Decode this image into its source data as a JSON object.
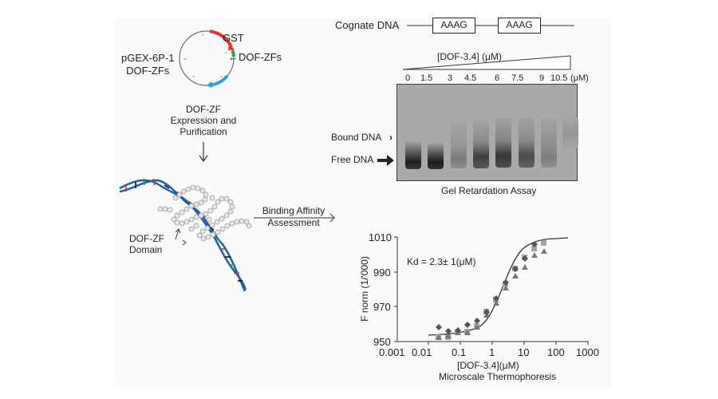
{
  "plasmid": {
    "name_line1": "pGEX-6P-1",
    "name_line2": "DOF-ZFs",
    "gst_label": "GST",
    "insert_label": "←DOF-ZFs",
    "colors": {
      "gst": "#e8302a",
      "insert": "#2aa84a",
      "marker": "#29a3dd",
      "ring": "#777777"
    }
  },
  "expression_step": {
    "line1": "DOF-ZF",
    "line2": "Expression and",
    "line3": "Purification",
    "arrow": "↓"
  },
  "complex": {
    "domain_label_line1": "DOF-ZF",
    "domain_label_line2": "Domain",
    "dna_colors": {
      "backbone": "#1f5fa8",
      "base_red": "#d9342b",
      "base_green": "#2a9d48",
      "base_black": "#111111"
    },
    "protein_color": "#b5b5b5"
  },
  "binding_step": {
    "line1": "Binding Affinity",
    "line2": "Assessment"
  },
  "cognate_dna": {
    "label": "Cognate DNA",
    "motifs": [
      "AAAG",
      "AAAG"
    ]
  },
  "gel": {
    "concentration_label": "[DOF-3.4] (μM)",
    "lanes": [
      "0",
      "1.5",
      "3",
      "4.5",
      "6",
      "7.5",
      "9",
      "10.5"
    ],
    "unit": "(μM)",
    "bound_label": "Bound DNA",
    "free_label": "Free DNA",
    "caption": "Gel Retardation Assay"
  },
  "mst": {
    "kd_label": "Kd = 2.3± 1(μM)",
    "caption": "Microscale Thermophoresis"
  },
  "chart_data": {
    "type": "scatter",
    "title": "Microscale Thermophoresis",
    "xlabel": "[DOF-3.4](μM)",
    "ylabel": "F norm (1/'000)",
    "x_scale": "log",
    "xlim": [
      0.001,
      1000
    ],
    "ylim": [
      950,
      1010
    ],
    "x_ticks": [
      "0.001",
      "0.01",
      "0.1",
      "1",
      "10",
      "100",
      "1000"
    ],
    "y_ticks": [
      "950",
      "970",
      "990",
      "1010"
    ],
    "annotation": "Kd = 2.3± 1(μM)",
    "grid": false,
    "series": [
      {
        "name": "diamonds",
        "marker": "diamond",
        "color": "#555555",
        "x": [
          0.023,
          0.046,
          0.09,
          0.18,
          0.36,
          0.72,
          1.4,
          2.9,
          5.8,
          11.6,
          23
        ],
        "y": [
          958,
          956,
          956.5,
          959.5,
          962,
          967,
          975,
          984,
          992,
          998,
          1005
        ]
      },
      {
        "name": "squares",
        "marker": "square",
        "color": "#a3a3a3",
        "x": [
          0.023,
          0.046,
          0.09,
          0.18,
          0.36,
          0.72,
          1.4,
          2.9,
          5.8,
          11.6,
          23,
          46
        ],
        "y": [
          952,
          952,
          955,
          955.5,
          958.5,
          967,
          974,
          983,
          992,
          998,
          1003,
          1006
        ]
      },
      {
        "name": "triangles",
        "marker": "triangle",
        "color": "#777777",
        "x": [
          0.023,
          0.046,
          0.09,
          0.18,
          0.36,
          0.72,
          1.4,
          2.9,
          5.8,
          11.6,
          23,
          46
        ],
        "y": [
          952,
          953,
          955,
          955,
          958,
          965,
          972,
          981,
          988,
          993,
          1000,
          1002
        ]
      },
      {
        "name": "fit",
        "type": "line",
        "color": "#333333",
        "x": [
          0.01,
          0.03,
          0.1,
          0.3,
          1,
          2.3,
          5,
          10,
          30,
          100
        ],
        "y": [
          954,
          954.5,
          956,
          959,
          967,
          978,
          989,
          998,
          1005,
          1007
        ]
      }
    ]
  }
}
